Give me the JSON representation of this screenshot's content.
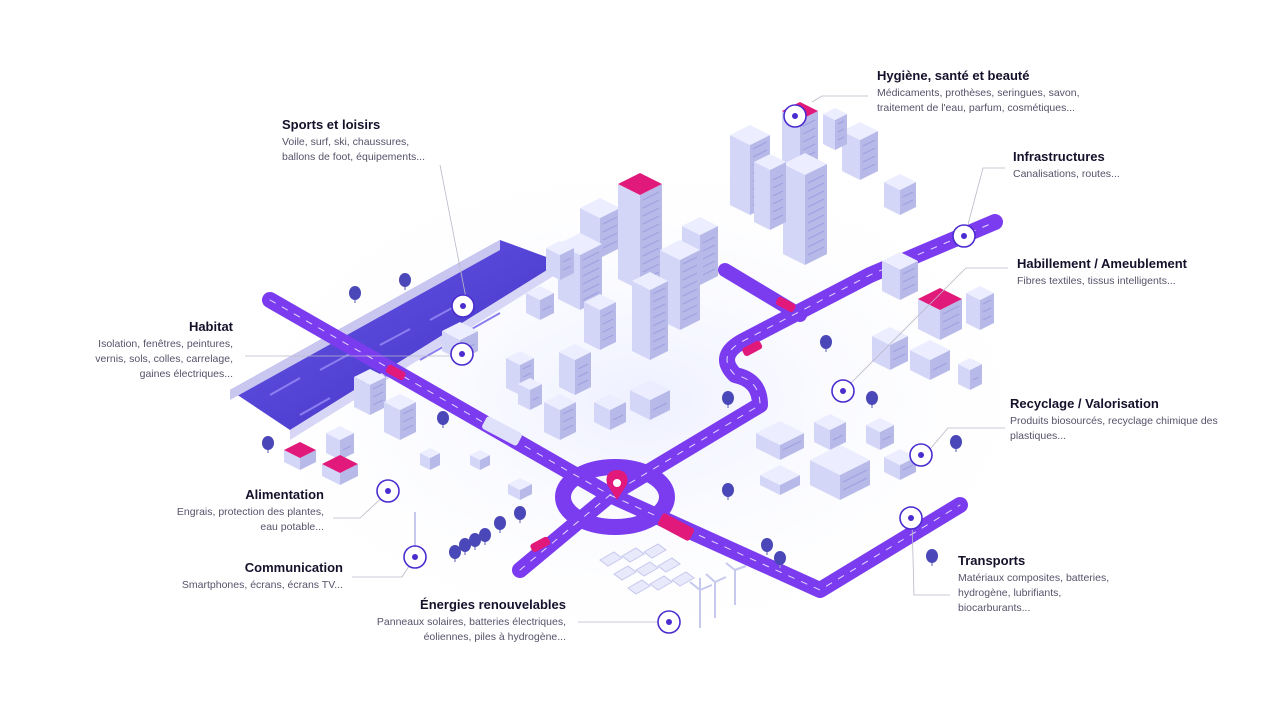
{
  "colors": {
    "road": "#7b3cf0",
    "road_dark": "#5a23c9",
    "water": "#5b49e0",
    "accent": "#e0197a",
    "building_light": "#eceeff",
    "building_mid": "#d4d6f7",
    "building_dark": "#b7b9e9",
    "tree": "#4a47b8",
    "marker_ring": "#4b2ccf"
  },
  "callouts": [
    {
      "id": "hygiene",
      "title": "Hygiène, santé et beauté",
      "lines": [
        "Médicaments, prothèses, seringues, savon,",
        "traitement de l'eau, parfum, cosmétiques..."
      ]
    },
    {
      "id": "sports",
      "title": "Sports et loisirs",
      "lines": [
        "Voile, surf, ski, chaussures,",
        "ballons de foot, équipements..."
      ]
    },
    {
      "id": "infra",
      "title": "Infrastructures",
      "lines": [
        "Canalisations, routes..."
      ]
    },
    {
      "id": "habillement",
      "title": "Habillement / Ameublement",
      "lines": [
        "Fibres textiles, tissus intelligents..."
      ]
    },
    {
      "id": "habitat",
      "title": "Habitat",
      "lines": [
        "Isolation, fenêtres, peintures,",
        "vernis, sols, colles, carrelage,",
        "gaines électriques..."
      ]
    },
    {
      "id": "recyclage",
      "title": "Recyclage / Valorisation",
      "lines": [
        "Produits biosourcés, recyclage chimique des",
        "plastiques..."
      ]
    },
    {
      "id": "alimentation",
      "title": "Alimentation",
      "lines": [
        "Engrais, protection des plantes,",
        "eau potable..."
      ]
    },
    {
      "id": "communication",
      "title": "Communication",
      "lines": [
        "Smartphones, écrans, écrans TV..."
      ]
    },
    {
      "id": "transports",
      "title": "Transports",
      "lines": [
        "Matériaux composites, batteries,",
        "hydrogène, lubrifiants,",
        "biocarburants..."
      ]
    },
    {
      "id": "energies",
      "title": "Énergies renouvelables",
      "lines": [
        "Panneaux solaires, batteries électriques,",
        "éoliennes, piles à hydrogène..."
      ]
    }
  ]
}
